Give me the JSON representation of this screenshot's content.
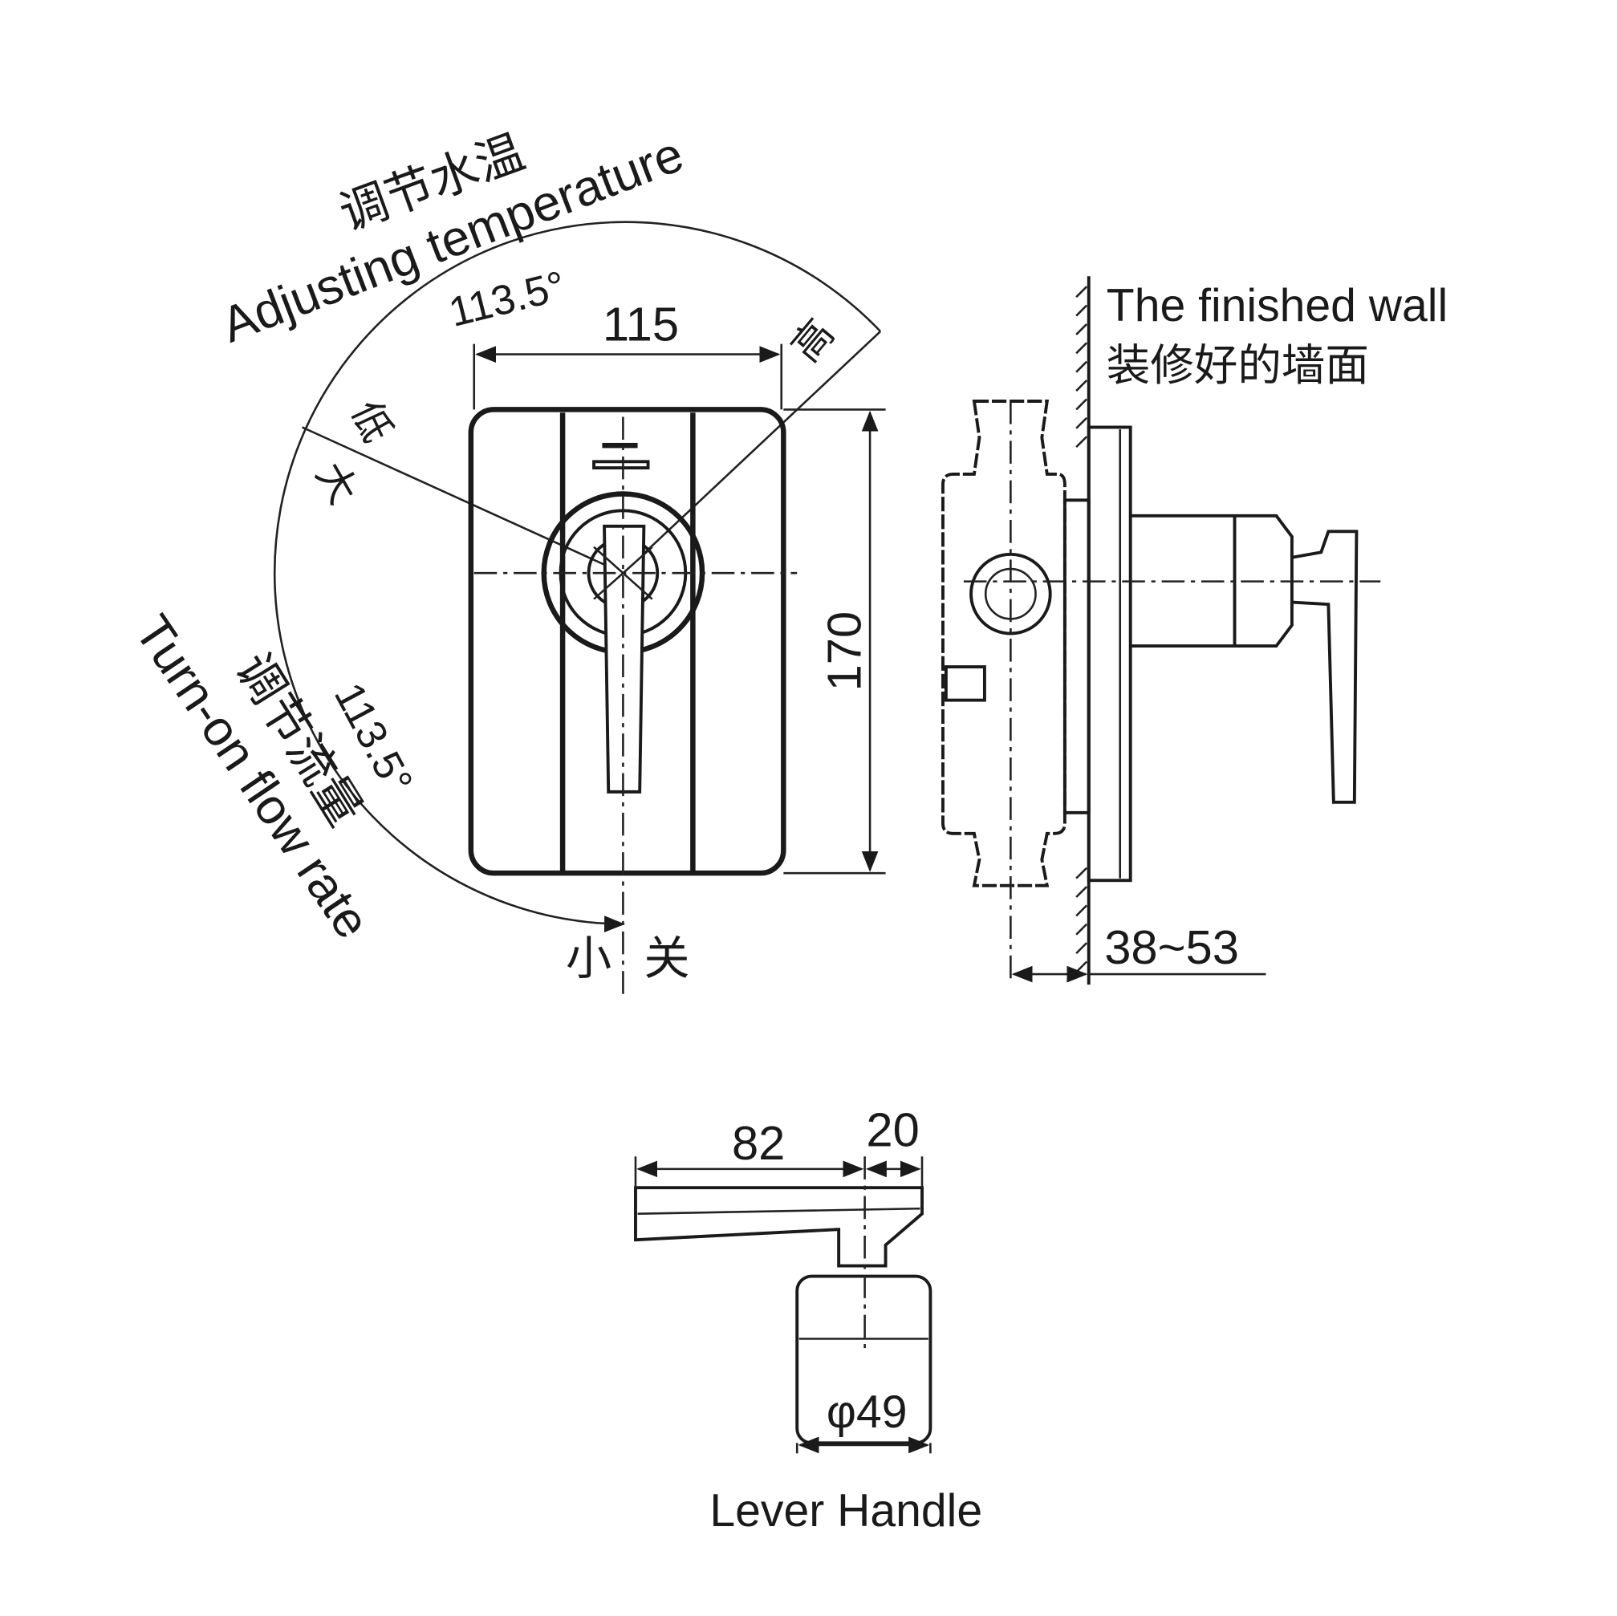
{
  "front_view": {
    "label_temp_cn": "调节水温",
    "label_temp_en": "Adjusting temperature",
    "angle_temp": "113.5°",
    "label_flow_cn": "调节流量",
    "label_flow_en": "Turn-on flow rate",
    "angle_flow": "113.5°",
    "width_dim": "115",
    "height_dim": "170",
    "mark_low": "低",
    "mark_large": "大",
    "mark_high": "高",
    "mark_small": "小",
    "mark_off": "关"
  },
  "side_view": {
    "wall_label_en": "The finished wall",
    "wall_label_cn": "装修好的墙面",
    "depth_dim": "38~53"
  },
  "lever_view": {
    "length_dim": "82",
    "width_dim": "20",
    "diameter_dim": "φ49",
    "caption": "Lever Handle"
  }
}
